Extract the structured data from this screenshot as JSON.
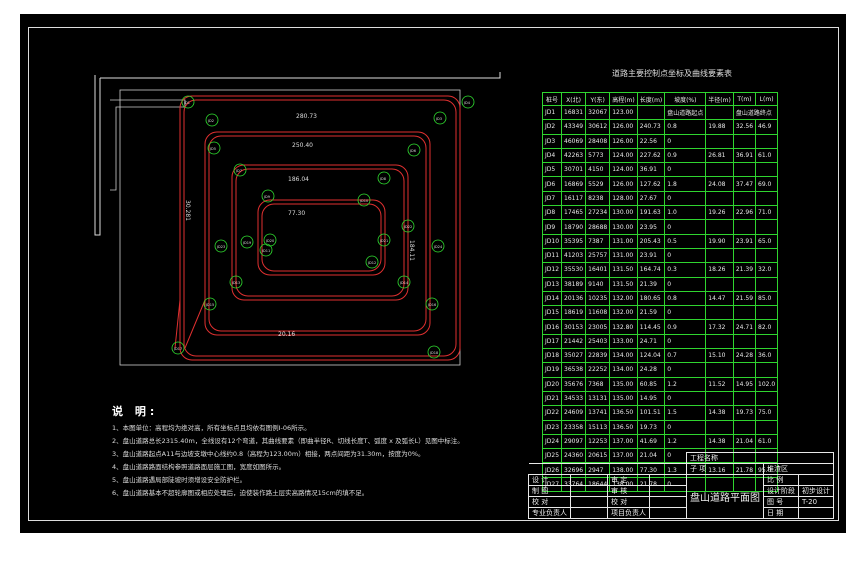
{
  "colors": {
    "background": "#000000",
    "road": "#e03030",
    "table_grid": "#2fd42f",
    "point_marker": "#30e030",
    "text": "#e8e8e8"
  },
  "plan": {
    "dimension_labels": [
      "280.73",
      "250.40",
      "186.04",
      "77.30",
      "20.16",
      "184.11",
      "30.281"
    ],
    "point_labels": [
      "JD1",
      "JD2",
      "JD3",
      "JD4",
      "JD5",
      "JD6",
      "JD7",
      "JD8",
      "JD9",
      "JD10",
      "JD11",
      "JD12",
      "JD13",
      "JD14",
      "JD15",
      "JD16",
      "JD17",
      "JD18",
      "JD19",
      "JD20",
      "JD21",
      "JD22",
      "JD23",
      "JD24"
    ]
  },
  "control_table": {
    "title": "道路主要控制点坐标及曲线要素表",
    "headers": [
      "桩号",
      "X(北)",
      "Y(东)",
      "高程(m)",
      "长度(m)",
      "坡度(%)",
      "半径(m)",
      "T(m)",
      "L(m)"
    ],
    "header_notes": [
      "盘山道路起点",
      "盘山道路终点"
    ],
    "rows": [
      [
        "JD1",
        "16831",
        "32067",
        "123.00",
        "",
        "",
        "",
        "",
        ""
      ],
      [
        "JD2",
        "43349",
        "30612",
        "126.00",
        "240.73",
        "0.8",
        "19.88",
        "32.56",
        "46.9"
      ],
      [
        "JD3",
        "46069",
        "28408",
        "126.00",
        "22.56",
        "0",
        "",
        "",
        ""
      ],
      [
        "JD4",
        "42263",
        "5773",
        "124.00",
        "227.62",
        "0.9",
        "26.81",
        "36.91",
        "61.0"
      ],
      [
        "JD5",
        "30701",
        "4150",
        "124.00",
        "36.91",
        "0",
        "",
        "",
        ""
      ],
      [
        "JD6",
        "16869",
        "5529",
        "126.00",
        "127.62",
        "1.8",
        "24.08",
        "37.47",
        "69.0"
      ],
      [
        "JD7",
        "16117",
        "8238",
        "128.00",
        "27.67",
        "0",
        "",
        "",
        ""
      ],
      [
        "JD8",
        "17465",
        "27234",
        "130.00",
        "191.63",
        "1.0",
        "19.26",
        "22.96",
        "71.0"
      ],
      [
        "JD9",
        "18790",
        "28688",
        "130.00",
        "23.95",
        "0",
        "",
        "",
        ""
      ],
      [
        "JD10",
        "35395",
        "7387",
        "131.00",
        "205.43",
        "0.5",
        "19.90",
        "23.91",
        "65.0"
      ],
      [
        "JD11",
        "41203",
        "25757",
        "131.00",
        "23.91",
        "0",
        "",
        "",
        ""
      ],
      [
        "JD12",
        "35530",
        "16401",
        "131.50",
        "164.74",
        "0.3",
        "18.26",
        "21.39",
        "32.0"
      ],
      [
        "JD13",
        "38189",
        "9140",
        "131.50",
        "21.39",
        "0",
        "",
        "",
        ""
      ],
      [
        "JD14",
        "20136",
        "10235",
        "132.00",
        "180.65",
        "0.8",
        "14.47",
        "21.59",
        "85.0"
      ],
      [
        "JD15",
        "18619",
        "11608",
        "132.00",
        "21.59",
        "0",
        "",
        "",
        ""
      ],
      [
        "JD16",
        "30153",
        "23005",
        "132.80",
        "114.45",
        "0.9",
        "17.32",
        "24.71",
        "82.0"
      ],
      [
        "JD17",
        "21442",
        "25403",
        "133.00",
        "24.71",
        "0",
        "",
        "",
        ""
      ],
      [
        "JD18",
        "35027",
        "22839",
        "134.00",
        "124.04",
        "0.7",
        "15.10",
        "24.28",
        "36.0"
      ],
      [
        "JD19",
        "36538",
        "22252",
        "134.00",
        "24.28",
        "0",
        "",
        "",
        ""
      ],
      [
        "JD20",
        "35676",
        "7368",
        "135.00",
        "60.85",
        "1.2",
        "11.52",
        "14.95",
        "102.0"
      ],
      [
        "JD21",
        "34533",
        "13131",
        "135.00",
        "14.95",
        "0",
        "",
        "",
        ""
      ],
      [
        "JD22",
        "24609",
        "13741",
        "136.50",
        "101.51",
        "1.5",
        "14.38",
        "19.73",
        "75.0"
      ],
      [
        "JD23",
        "23358",
        "15113",
        "136.50",
        "19.73",
        "0",
        "",
        "",
        ""
      ],
      [
        "JD24",
        "29097",
        "12253",
        "137.00",
        "41.69",
        "1.2",
        "14.38",
        "21.04",
        "61.0"
      ],
      [
        "JD25",
        "24360",
        "20615",
        "137.00",
        "21.04",
        "0",
        "",
        "",
        ""
      ],
      [
        "JD26",
        "32696",
        "2947",
        "138.00",
        "77.30",
        "1.3",
        "13.16",
        "21.78",
        "95.0"
      ],
      [
        "JD27",
        "33764",
        "18644",
        "138.00",
        "21.78",
        "0",
        "",
        "",
        ""
      ]
    ]
  },
  "notes": {
    "heading": "说  明:",
    "items": [
      "1、本图单位：高程均为绝对高，所有坐标点且均依有图例I-06所示。",
      "2、盘山道路总长2315.40m，全线设有12个弯道，其曲线要素（即曲半径R、切线长度T、弧度 x 及弧长L）见图中标注。",
      "3、盘山道路起点A11与边坡支墩中心线约0.8（高程为123.00m）相接，两点间距为31.30m，按度为0%。",
      "4、盘山道路路面结构参照道路面层施工图，宽度如图所示。",
      "5、盘山道路遇局部陡坡时须增设安全防护栏。",
      "6、盘山道路基本不超轮廓图或相应处理后，迫使装作路土层实高路情况15cm的填不足。"
    ]
  },
  "title_block": {
    "project_label": "工程名称",
    "sub_label": "子 项",
    "sub_value": "堆渣区",
    "drawing_title": "盘山道路平面图",
    "roles": [
      "设 计",
      "制 图",
      "校 对",
      "专业负责人"
    ],
    "roles2": [
      "审 定",
      "审 核",
      "校 对",
      "项目负责人"
    ],
    "scale_label": "比 例",
    "design_stage": "设计阶段",
    "stage_value": "初步设计",
    "drawing_no_label": "图 号",
    "drawing_no": "T-20",
    "date_label": "日 期"
  }
}
